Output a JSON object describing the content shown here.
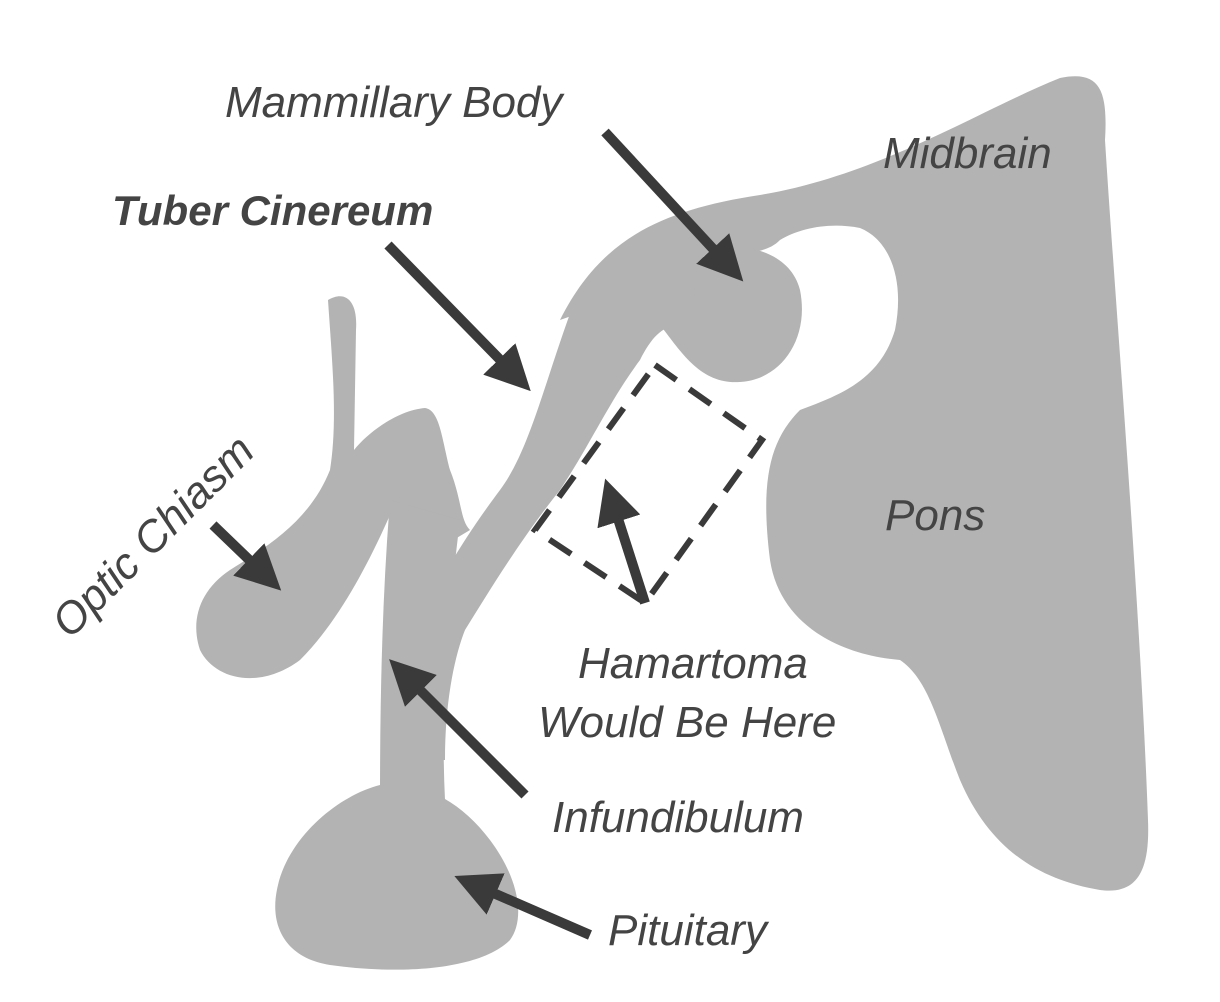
{
  "colors": {
    "background": "#ffffff",
    "tissue": "#b3b3b3",
    "arrow": "#3a3a3a",
    "text": "#444444"
  },
  "labels": {
    "mammillary_body": "Mammillary Body",
    "midbrain": "Midbrain",
    "tuber_cinereum": "Tuber Cinereum",
    "optic_chiasm": "Optic Chiasm",
    "pons": "Pons",
    "hamartoma_line1": "Hamartoma",
    "hamartoma_line2": "Would Be Here",
    "infundibulum": "Infundibulum",
    "pituitary": "Pituitary"
  }
}
